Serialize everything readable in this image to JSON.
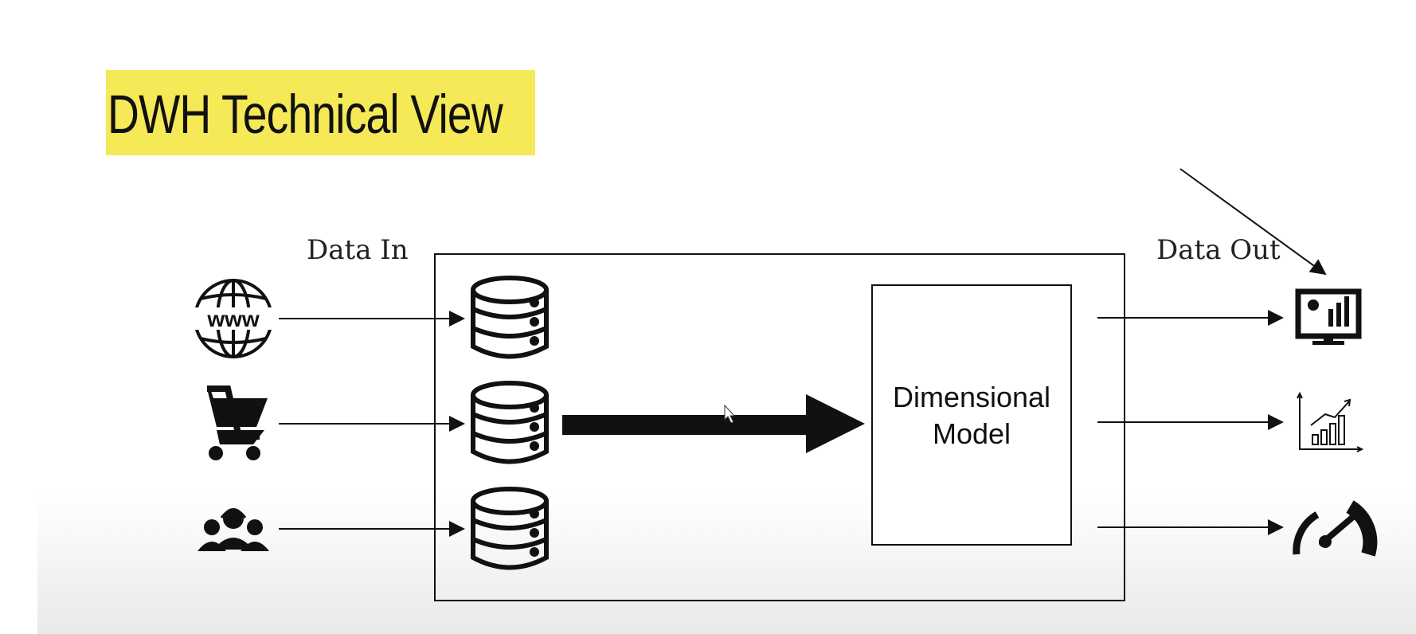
{
  "title": "DWH Technical View",
  "labels": {
    "data_in": "Data In",
    "data_out": "Data Out",
    "model_line1": "Dimensional",
    "model_line2": "Model"
  },
  "icons": {
    "sources": [
      "www-globe-icon",
      "shopping-cart-icon",
      "call-center-team-icon"
    ],
    "storage": "database-icon",
    "outputs": [
      "dashboard-monitor-icon",
      "growth-chart-icon",
      "speedometer-icon"
    ]
  },
  "colors": {
    "title_highlight": "#f5e957"
  }
}
